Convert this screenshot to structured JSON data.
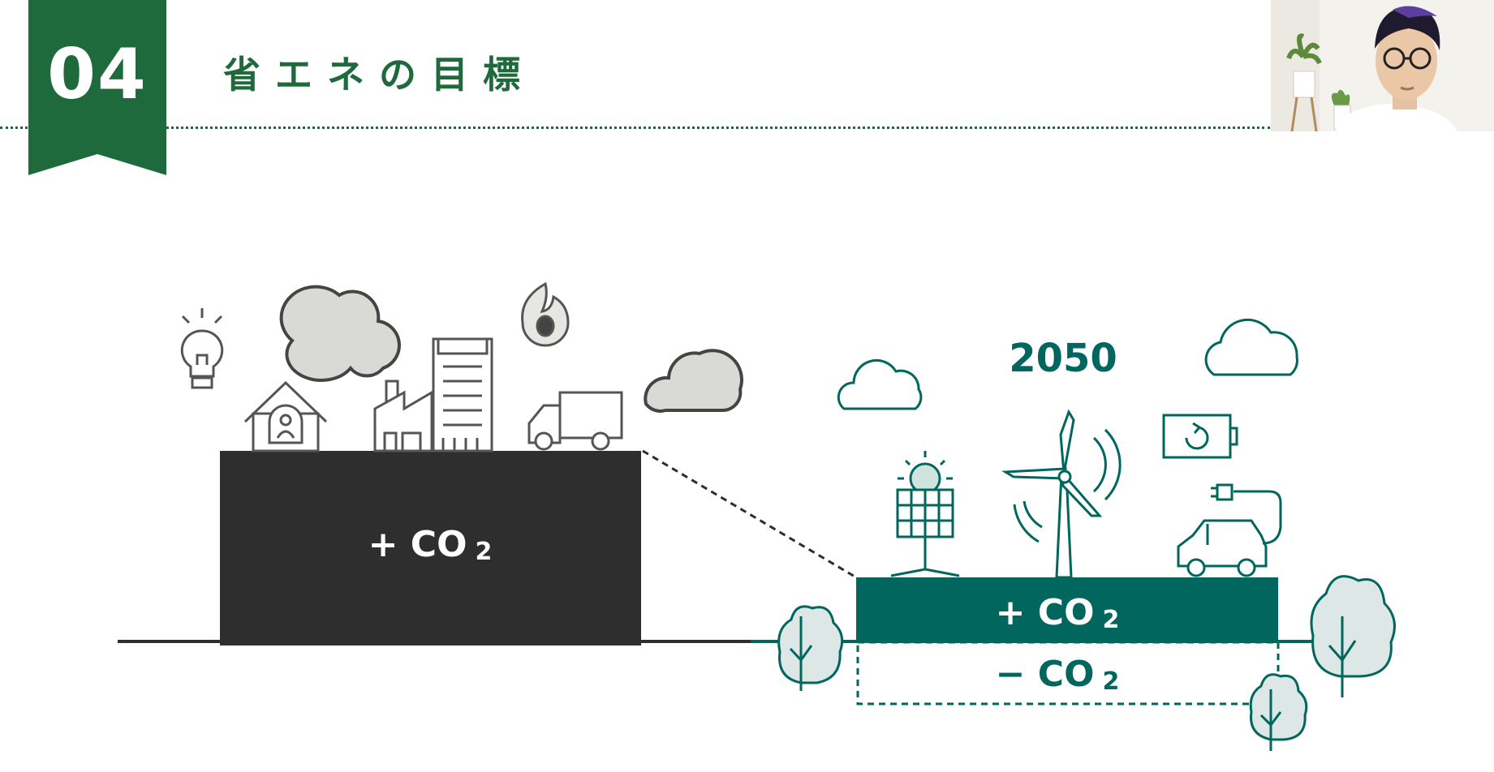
{
  "slide": {
    "section_number": "04",
    "title": "省エネの目標"
  },
  "diagram": {
    "year": "2050",
    "current_block_label": "+ CO",
    "current_block_sub": "2",
    "future_plus_label": "+ CO",
    "future_plus_sub": "2",
    "future_minus_label": "− CO",
    "future_minus_sub": "2"
  },
  "colors": {
    "brand_green": "#1f6a3c",
    "teal": "#00665e",
    "dark_block": "#2e2e2e",
    "smoke_gray": "#d9d9d6"
  },
  "icons": [
    "lightbulb-icon",
    "house-icon",
    "factory-icon",
    "truck-icon",
    "smoke-cloud-icon",
    "flame-icon",
    "cloud-icon",
    "solar-panel-icon",
    "wind-turbine-icon",
    "battery-icon",
    "electric-car-icon",
    "tree-icon",
    "video-participant"
  ]
}
